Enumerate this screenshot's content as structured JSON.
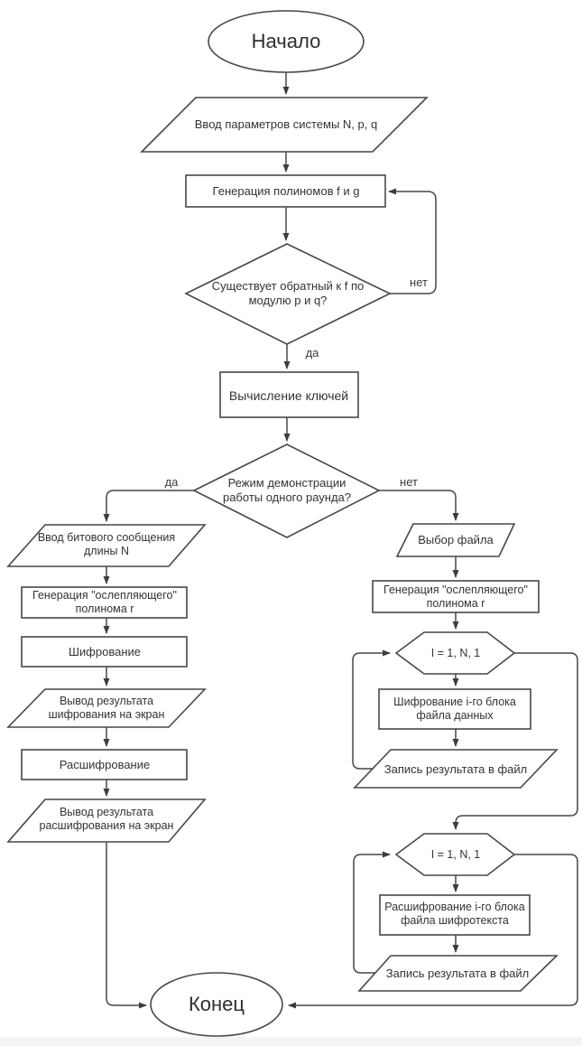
{
  "flowchart": {
    "nodes": {
      "start": "Начало",
      "input_params": "Ввод параметров системы N, p, q",
      "gen_polynomials": "Генерация полиномов f и g",
      "inverse_exists": "Существует обратный к f по модулю p и q?",
      "compute_keys": "Вычисление ключей",
      "demo_mode": "Режим демонстрации работы одного раунда?",
      "input_message": "Ввод битового сообщения длины N",
      "gen_blinding_left": "Генерация \"ослепляющего\" полинома r",
      "encrypt": "Шифрование",
      "output_encrypt": "Вывод результата шифрования на экран",
      "decrypt": "Расшифрование",
      "output_decrypt": "Вывод результата расшифрования на экран",
      "choose_file": "Выбор файла",
      "gen_blinding_right": "Генерация \"ослепляющего\" полинома r",
      "loop_encrypt": "I = 1, N, 1",
      "encrypt_block": "Шифрование i-го блока файла данных",
      "write_result_encrypt": "Запись результата в файл",
      "loop_decrypt": "I = 1, N, 1",
      "decrypt_block": "Расшифрование i-го блока файла шифротекста",
      "write_result_decrypt": "Запись результата в файл",
      "end": "Конец"
    },
    "edge_labels": {
      "inverse_no": "нет",
      "inverse_yes": "да",
      "demo_yes": "да",
      "demo_no": "нет"
    },
    "colors": {
      "stroke": "#474747",
      "text": "#333333",
      "background": "#ffffff",
      "bottom_band": "#f4f4f6"
    }
  }
}
